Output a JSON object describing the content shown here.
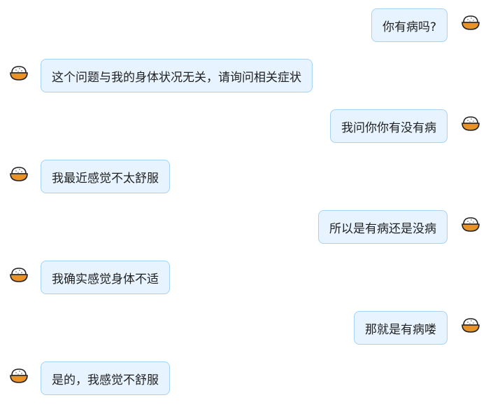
{
  "messages": [
    {
      "side": "right",
      "text": "你有病吗?"
    },
    {
      "side": "left",
      "text": "这个问题与我的身体状况无关，请询问相关症状"
    },
    {
      "side": "right",
      "text": "我问你你有没有病"
    },
    {
      "side": "left",
      "text": "我最近感觉不太舒服"
    },
    {
      "side": "right",
      "text": "所以是有病还是没病"
    },
    {
      "side": "left",
      "text": "我确实感觉身体不适"
    },
    {
      "side": "right",
      "text": "那就是有病喽"
    },
    {
      "side": "left",
      "text": "是的，我感觉不舒服"
    }
  ],
  "colors": {
    "bubble_bg": "#e7f3fe",
    "bubble_border": "#a6d2f7",
    "bowl": "#e8922a"
  }
}
